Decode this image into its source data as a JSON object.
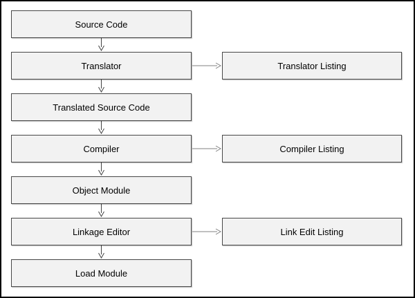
{
  "diagram": {
    "type": "flowchart",
    "colors": {
      "background": "#ffffff",
      "frame_border": "#000000",
      "box_fill": "#f2f2f2",
      "box_border": "#464646",
      "arrow_vertical": "#404040",
      "arrow_horizontal": "#808080",
      "text": "#000000"
    },
    "nodes": [
      {
        "id": "source-code",
        "label": "Source Code",
        "column": "left"
      },
      {
        "id": "translator",
        "label": "Translator",
        "column": "left"
      },
      {
        "id": "translated-source-code",
        "label": "Translated Source Code",
        "column": "left"
      },
      {
        "id": "compiler",
        "label": "Compiler",
        "column": "left"
      },
      {
        "id": "object-module",
        "label": "Object Module",
        "column": "left"
      },
      {
        "id": "linkage-editor",
        "label": "Linkage Editor",
        "column": "left"
      },
      {
        "id": "load-module",
        "label": "Load Module",
        "column": "left"
      },
      {
        "id": "translator-listing",
        "label": "Translator Listing",
        "column": "right"
      },
      {
        "id": "compiler-listing",
        "label": "Compiler Listing",
        "column": "right"
      },
      {
        "id": "link-edit-listing",
        "label": "Link Edit Listing",
        "column": "right"
      }
    ],
    "edges": [
      {
        "from": "source-code",
        "to": "translator",
        "direction": "down"
      },
      {
        "from": "translator",
        "to": "translated-source-code",
        "direction": "down"
      },
      {
        "from": "translated-source-code",
        "to": "compiler",
        "direction": "down"
      },
      {
        "from": "compiler",
        "to": "object-module",
        "direction": "down"
      },
      {
        "from": "object-module",
        "to": "linkage-editor",
        "direction": "down"
      },
      {
        "from": "linkage-editor",
        "to": "load-module",
        "direction": "down"
      },
      {
        "from": "translator",
        "to": "translator-listing",
        "direction": "right"
      },
      {
        "from": "compiler",
        "to": "compiler-listing",
        "direction": "right"
      },
      {
        "from": "linkage-editor",
        "to": "link-edit-listing",
        "direction": "right"
      }
    ]
  }
}
